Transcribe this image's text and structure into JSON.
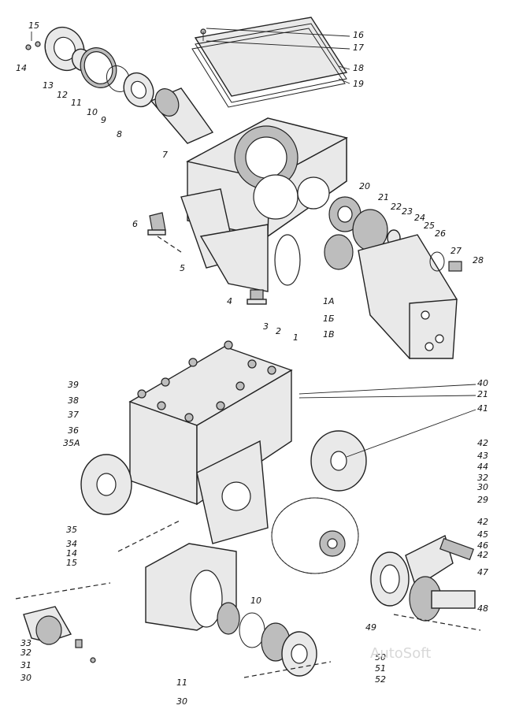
{
  "image": {
    "watermark": "AutoSoft"
  },
  "callouts_top": [
    "15",
    "14",
    "13",
    "12",
    "11",
    "10",
    "9",
    "8",
    "7",
    "6",
    "5",
    "4",
    "3",
    "2",
    "1",
    "16",
    "17",
    "18",
    "19",
    "20",
    "21",
    "22",
    "23",
    "24",
    "25",
    "26",
    "27",
    "28",
    "1А",
    "1Б",
    "1В"
  ],
  "callouts_bottom": [
    "39",
    "38",
    "37",
    "36",
    "35А",
    "35",
    "34",
    "14",
    "15",
    "33",
    "32",
    "31",
    "30",
    "11",
    "30",
    "40",
    "21",
    "41",
    "42",
    "43",
    "44",
    "32",
    "30",
    "29",
    "42",
    "45",
    "46",
    "42",
    "47",
    "48",
    "49",
    "10",
    "50",
    "51",
    "52"
  ],
  "colors": {
    "ink": "#222222",
    "fill": "#e9e9e9",
    "shade": "#bdbdbd"
  }
}
